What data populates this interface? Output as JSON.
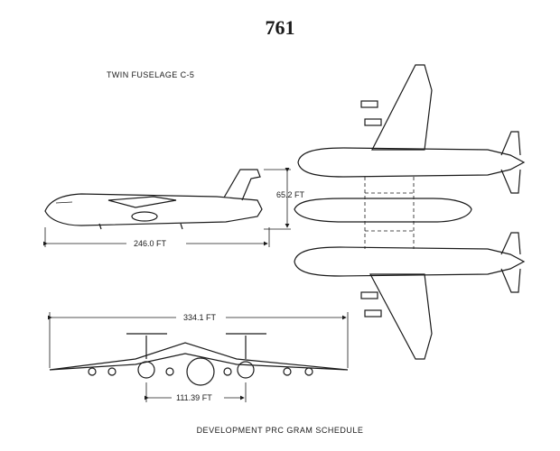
{
  "page_number": "761",
  "title": "TWIN FUSELAGE C-5",
  "dimensions": {
    "height": "65.2 FT",
    "length": "246.0 FT",
    "span": "334.1 FT",
    "fuselage_spacing": "111.39 FT"
  },
  "footer": "DEVELOPMENT PRC GRAM SCHEDULE"
}
